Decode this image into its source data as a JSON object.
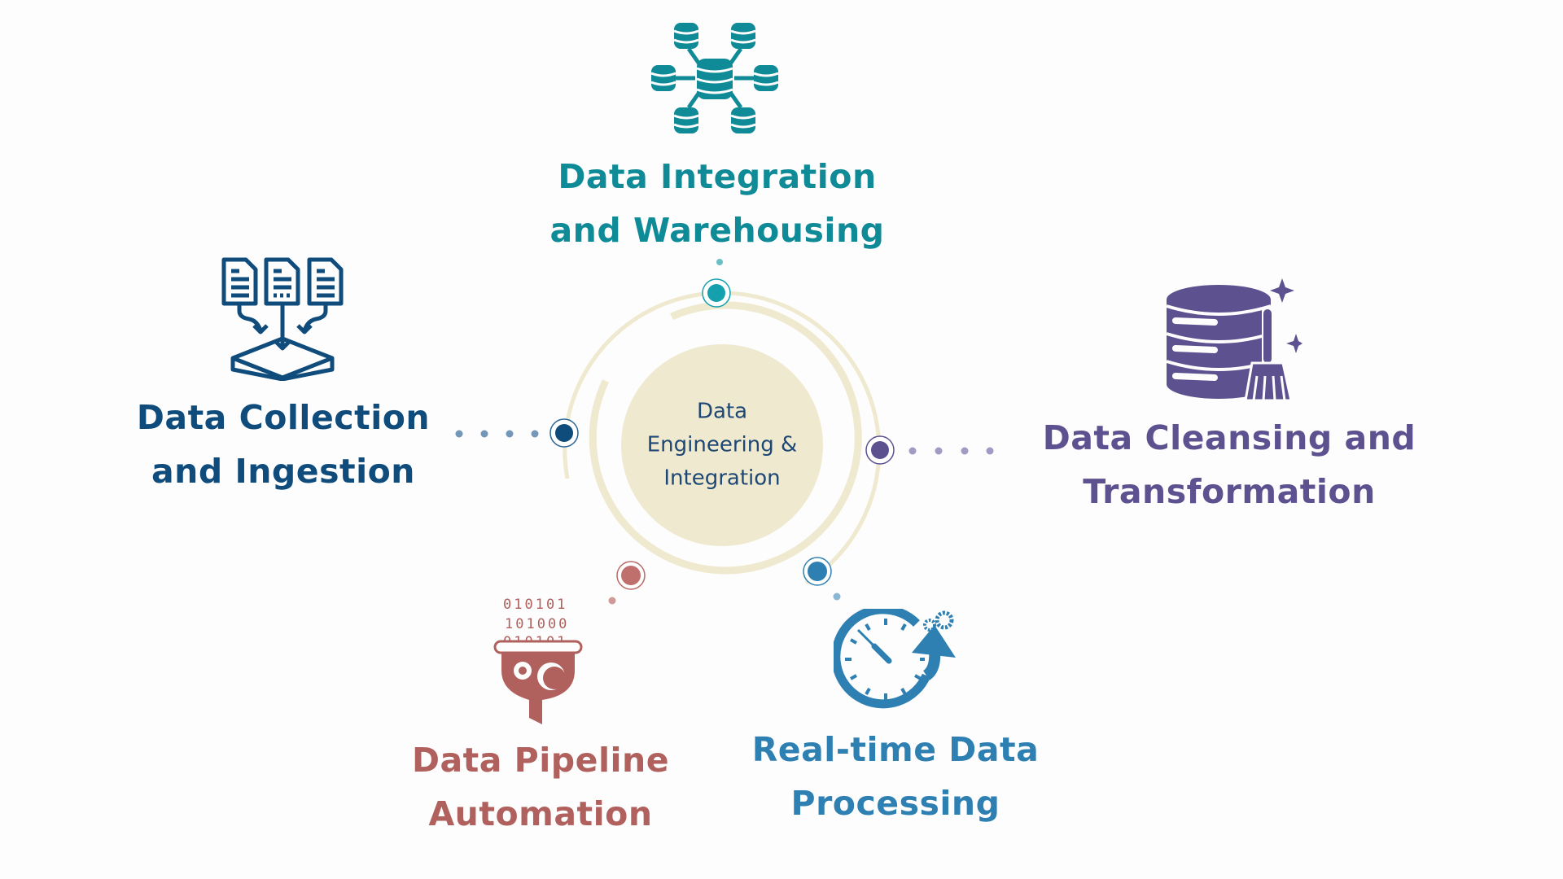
{
  "center": {
    "lines": [
      "Data",
      "Engineering &",
      "Integration"
    ]
  },
  "colors": {
    "ring": "#efe9cf",
    "center_text": "#1d4774",
    "integration": "#0f8a97",
    "collection": "#0f4c7c",
    "cleansing": "#5d5190",
    "pipeline": "#b0605d",
    "realtime": "#2f80b2"
  },
  "nodes": [
    {
      "id": "integration",
      "lines": [
        "Data Integration",
        "and Warehousing"
      ],
      "icon": "database-network-icon"
    },
    {
      "id": "collection",
      "lines": [
        "Data Collection",
        "and Ingestion"
      ],
      "icon": "documents-ingest-icon"
    },
    {
      "id": "cleansing",
      "lines": [
        "Data Cleansing and",
        "Transformation"
      ],
      "icon": "database-broom-icon"
    },
    {
      "id": "pipeline",
      "lines": [
        "Data Pipeline",
        "Automation"
      ],
      "icon": "binary-funnel-gears-icon"
    },
    {
      "id": "realtime",
      "lines": [
        "Real-time Data",
        "Processing"
      ],
      "icon": "clock-arrow-gears-icon"
    }
  ],
  "pipeline_icon_binary": [
    "010101",
    "101000",
    "010101"
  ]
}
